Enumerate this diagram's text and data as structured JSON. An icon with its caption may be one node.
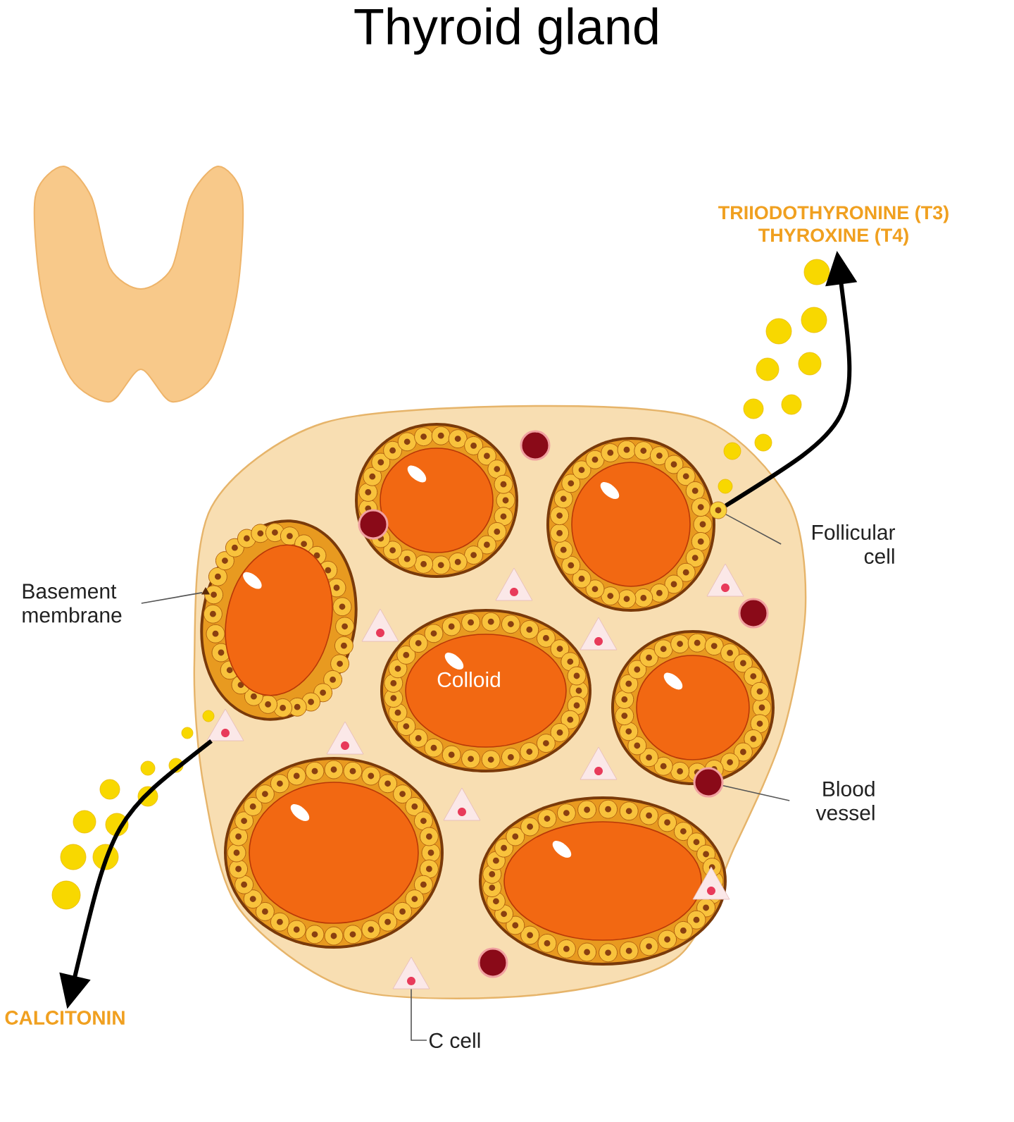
{
  "diagram": {
    "title": "Thyroid gland",
    "nodes": [
      {
        "text": [
          "TRIIODOTHYRONINE (T3)",
          "THYROXINE (T4)"
        ]
      },
      {
        "text": [
          "Basement membrane"
        ]
      },
      {
        "text": [
          "Follicular cell"
        ]
      },
      {
        "text": [
          "Blood vessel"
        ]
      },
      {
        "text": [
          "C cell"
        ]
      },
      {
        "text": [
          "CALCITONIN"
        ]
      },
      {
        "text": [],
        "shape": "picture"
      },
      {
        "text": [],
        "shape": "circle"
      },
      {
        "text": [],
        "shape": "circle"
      },
      {
        "text": [],
        "shape": "picture"
      },
      {
        "text": [],
        "shape": "picture"
      },
      {
        "text": [],
        "shape": "circle"
      },
      {
        "text": [],
        "shape": "circle"
      },
      {
        "text": [],
        "shape": "circle"
      },
      {
        "text": [],
        "shape": "circle"
      }
    ],
    "edges": [
      {
        "from": 1,
        "to": 6,
        "arrow": "none",
        "color": "#555555"
      },
      {
        "from": 2,
        "to": 7,
        "arrow": "none",
        "color": "#555555"
      },
      {
        "from": 3,
        "to": 8,
        "arrow": "none",
        "color": "#555555"
      },
      {
        "from": 4,
        "to": 9,
        "arrow": "none",
        "color": "#555555"
      },
      {
        "from": 7,
        "to": 0,
        "arrow": "to",
        "style": "thick"
      },
      {
        "from": 10,
        "to": 5,
        "arrow": "to",
        "style": "thick"
      }
    ],
    "labels": [
      "Colloid"
    ]
  }
}
